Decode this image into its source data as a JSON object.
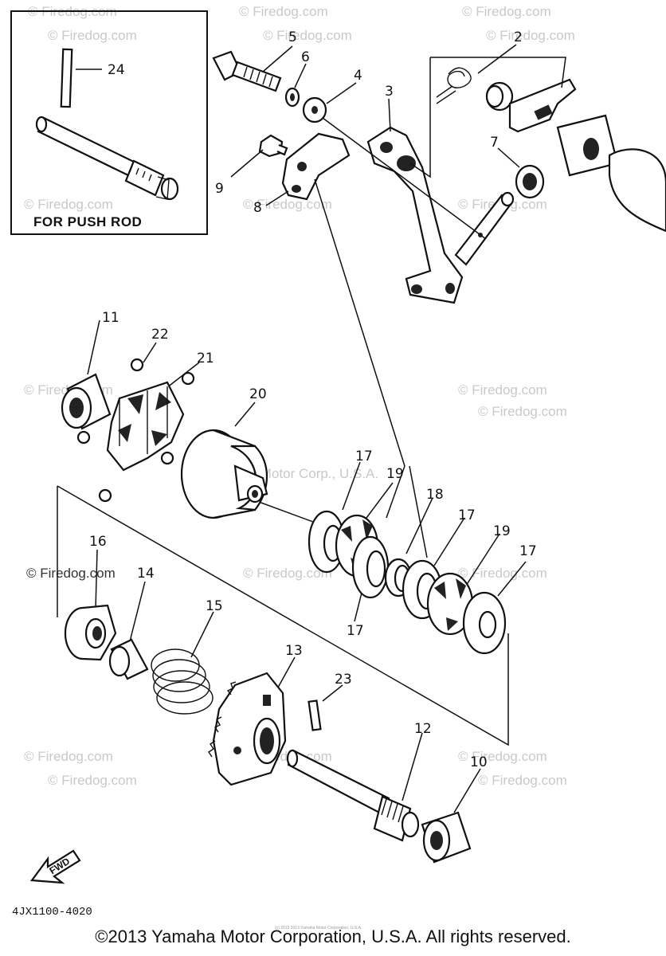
{
  "inset": {
    "label": "FOR PUSH ROD"
  },
  "callouts": [
    "24",
    "5",
    "6",
    "4",
    "3",
    "2",
    "7",
    "9",
    "8",
    "11",
    "22",
    "21",
    "20",
    "17",
    "19",
    "18",
    "17",
    "19",
    "17",
    "17",
    "16",
    "14",
    "15",
    "13",
    "23",
    "12",
    "10"
  ],
  "watermarks": [
    "© Firedog.com",
    "Yamaha Motor Corp., U.S.A."
  ],
  "drawing_code": "4JX1100-4020",
  "fwd_label": "FWD",
  "copyright": "©2013 Yamaha Motor Corporation, U.S.A. All rights reserved.",
  "tiny_copyright": "(c) 2013 2013 Yamaha Motor Corporation, U.S.A."
}
